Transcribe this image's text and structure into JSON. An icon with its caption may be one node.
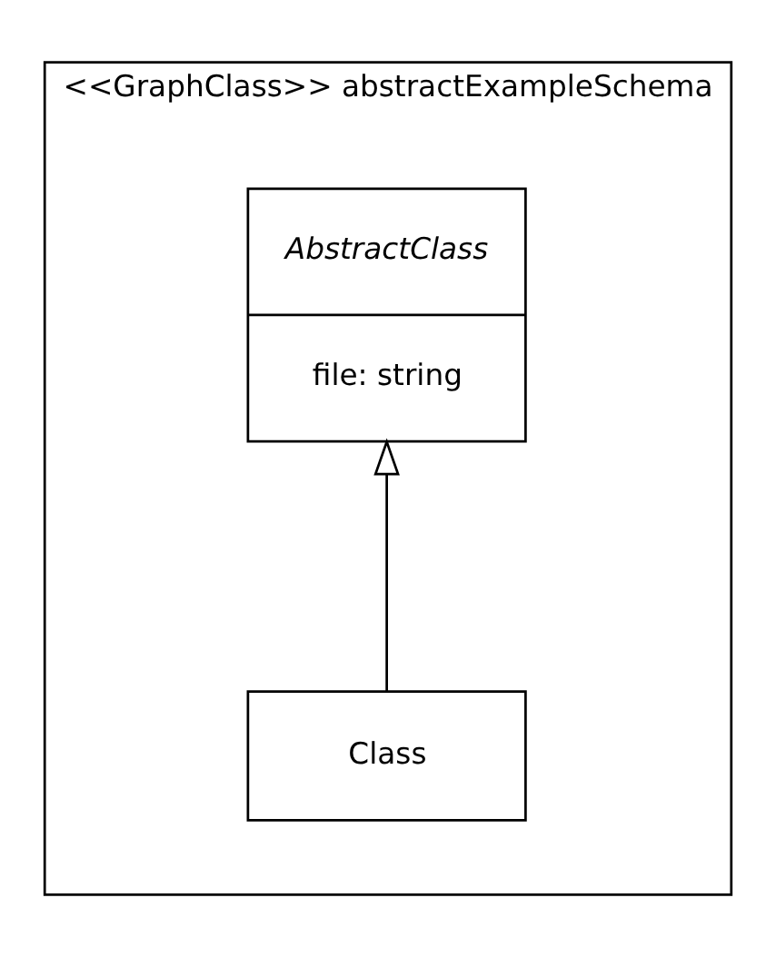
{
  "diagram": {
    "nodes": [
      {
        "text": [
          "<<GraphClass>> abstractExampleSchema"
        ]
      },
      {
        "text": [
          "AbstractClass",
          "file: string"
        ],
        "in": 0
      },
      {
        "text": [
          "Class"
        ],
        "in": 0
      }
    ],
    "edges": [
      {
        "from": 2,
        "to": 1,
        "arrow": "to"
      }
    ]
  }
}
